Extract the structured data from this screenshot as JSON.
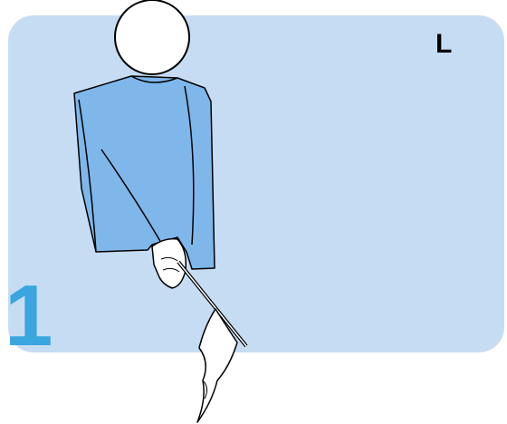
{
  "card": {
    "letter": "L",
    "step_number": "1"
  },
  "illustration": {
    "subject": "person-holding-flag-down",
    "icon": "flag-icon"
  },
  "colors": {
    "card_background": "#c5dcf3",
    "shirt": "#7fb7ea",
    "number": "#3aa5df",
    "outline": "#000000",
    "head_and_hands": "#ffffff"
  }
}
